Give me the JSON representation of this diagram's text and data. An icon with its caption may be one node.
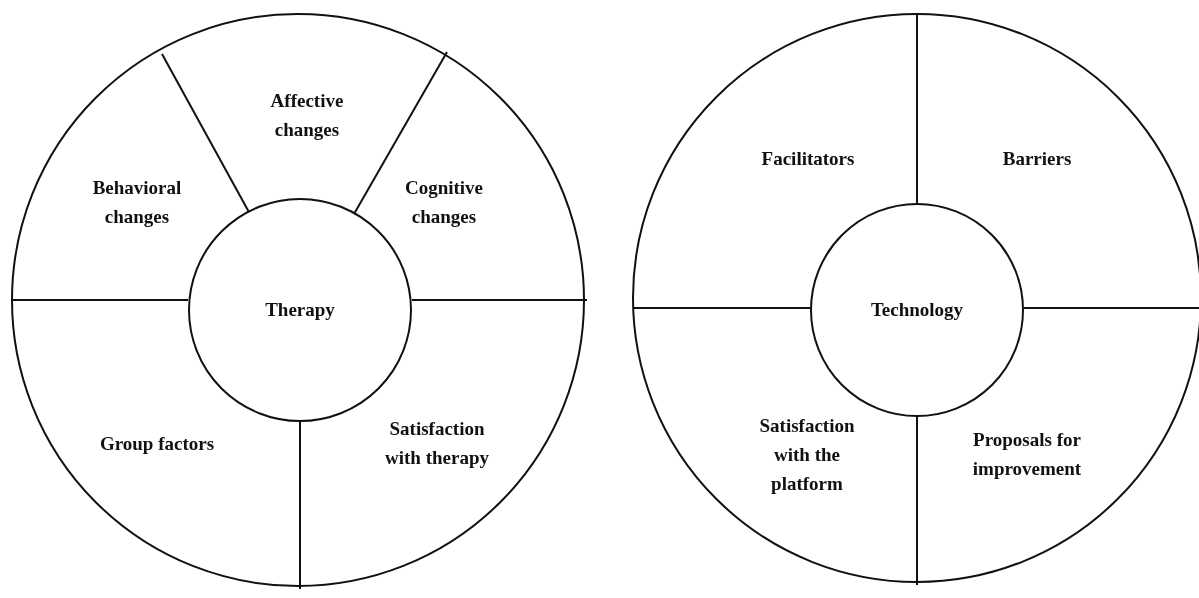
{
  "diagram": {
    "nodes": [
      {
        "text": [],
        "shape": "circle"
      },
      {
        "text": [
          "Affective changes"
        ],
        "in": 0
      },
      {
        "text": [
          "Behavioral changes"
        ],
        "in": 0
      },
      {
        "text": [
          "Cognitive changes"
        ],
        "in": 0
      },
      {
        "text": [
          "Therapy"
        ],
        "in": 0
      },
      {
        "text": [
          "Group factors"
        ],
        "in": 0
      },
      {
        "text": [
          "Satisfaction with therapy"
        ],
        "in": 0
      },
      {
        "text": [],
        "shape": "circle"
      },
      {
        "text": [
          "Facilitators"
        ],
        "in": 7
      },
      {
        "text": [
          "Barriers"
        ],
        "in": 7
      },
      {
        "text": [
          "Technology"
        ],
        "in": 7
      },
      {
        "text": [
          "Satisfaction with the platform"
        ],
        "in": 7
      },
      {
        "text": [
          "Proposals for improvement"
        ],
        "in": 7
      }
    ]
  }
}
